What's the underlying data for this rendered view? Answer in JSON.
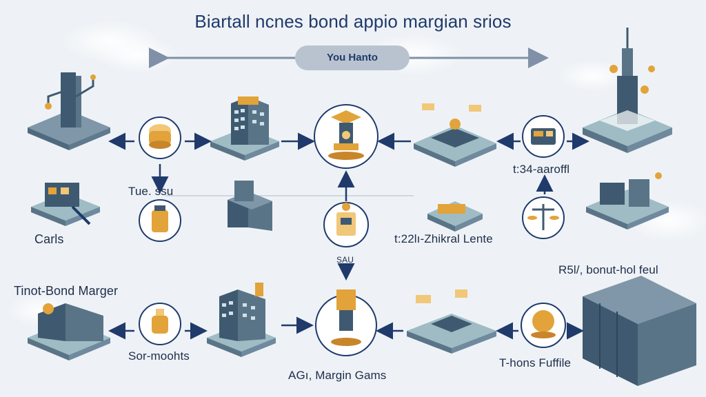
{
  "title": "Biartall ncnes bond appio margian srios",
  "banner": "You Hanto",
  "labels": {
    "tue_ssu": "Tue. ssu",
    "carls": "Carls",
    "rate_left": "t:34-aaroffl",
    "chikral_lente": "t:22lı-Zhikral Lente",
    "sau": "SAU",
    "r5l_bond_feul": "R5l/, bonut-hol feul",
    "tinot_bond_marger": "Tinot-Bond Marger",
    "sor_moohts": "Sor-moohts",
    "margin_gams": "AGı, Margin Gams",
    "thons_fuffile": "T-hons Fuffile"
  },
  "colors": {
    "slate": "#5a7487",
    "slate_dark": "#3f5a70",
    "navy": "#1f3a6b",
    "gold": "#e2a33a",
    "teal_plate": "#9fbcc5",
    "line": "#c4ccd6"
  }
}
